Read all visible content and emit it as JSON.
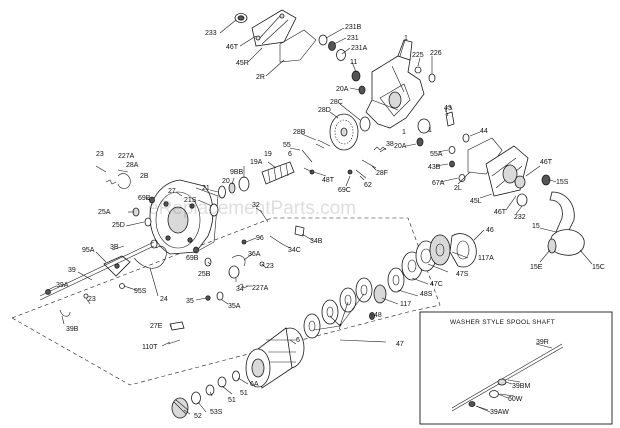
{
  "watermark": "eReplacementParts.com",
  "inset_title": "WASHER STYLE SPOOL SHAFT",
  "labels": {
    "l1": "1",
    "l233": "233",
    "l46T_a": "46T",
    "l45R": "45R",
    "l2R": "2R",
    "l231B": "231B",
    "l231": "231",
    "l231A": "231A",
    "l11": "11",
    "l20A_a": "20A",
    "l225": "225",
    "l226": "226",
    "l28D": "28D",
    "l28C": "28C",
    "l28B": "28B",
    "l55": "55",
    "l6_a": "6",
    "l19": "19",
    "l19A": "19A",
    "l9BB": "9BB",
    "l20": "20",
    "l21": "21",
    "l21S": "21S",
    "l27": "27",
    "l69B_a": "69B",
    "l25D": "25D",
    "l25A": "25A",
    "l2B": "2B",
    "l28A": "28A",
    "l227A_a": "227A",
    "l23_a": "23",
    "l43": "43",
    "l44": "44",
    "l20A_b": "20A",
    "l55A": "55A",
    "l43B": "43B",
    "l67A": "67A",
    "l2L": "2L",
    "l46T_b": "46T",
    "l45L": "45L",
    "l46T_c": "46T",
    "l232": "232",
    "l15S": "15S",
    "l15": "15",
    "l15E": "15E",
    "l15C": "15C",
    "l38": "38",
    "l28F": "28F",
    "l62": "62",
    "l69C": "69C",
    "l48T": "48T",
    "l32": "32",
    "l96": "96",
    "l34C": "34C",
    "l34B": "34B",
    "l36A": "36A",
    "l23_b": "23",
    "l69B_b": "69B",
    "l25B": "25B",
    "l34": "34",
    "l227A_b": "227A",
    "l35": "35",
    "l35A": "35A",
    "l39": "39",
    "l39A": "39A",
    "l39B": "39B",
    "l95A": "95A",
    "l95S": "95S",
    "l24": "24",
    "l23_c": "23",
    "l3B": "3B",
    "l27E": "27E",
    "l110T": "110T",
    "l46": "46",
    "l117A": "117A",
    "l47S": "47S",
    "l47C": "47C",
    "l48S": "48S",
    "l117": "117",
    "l48": "48",
    "l7": "7",
    "l6_b": "6",
    "l47": "47",
    "l6A": "6A",
    "l51": "51",
    "l51_b": "51",
    "l53S": "53S",
    "l52": "52",
    "l39R": "39R",
    "l39BM": "39BM",
    "l60W": "60W",
    "l39AW": "39AW",
    "l1_small": "1",
    "l1_small2": "1"
  }
}
